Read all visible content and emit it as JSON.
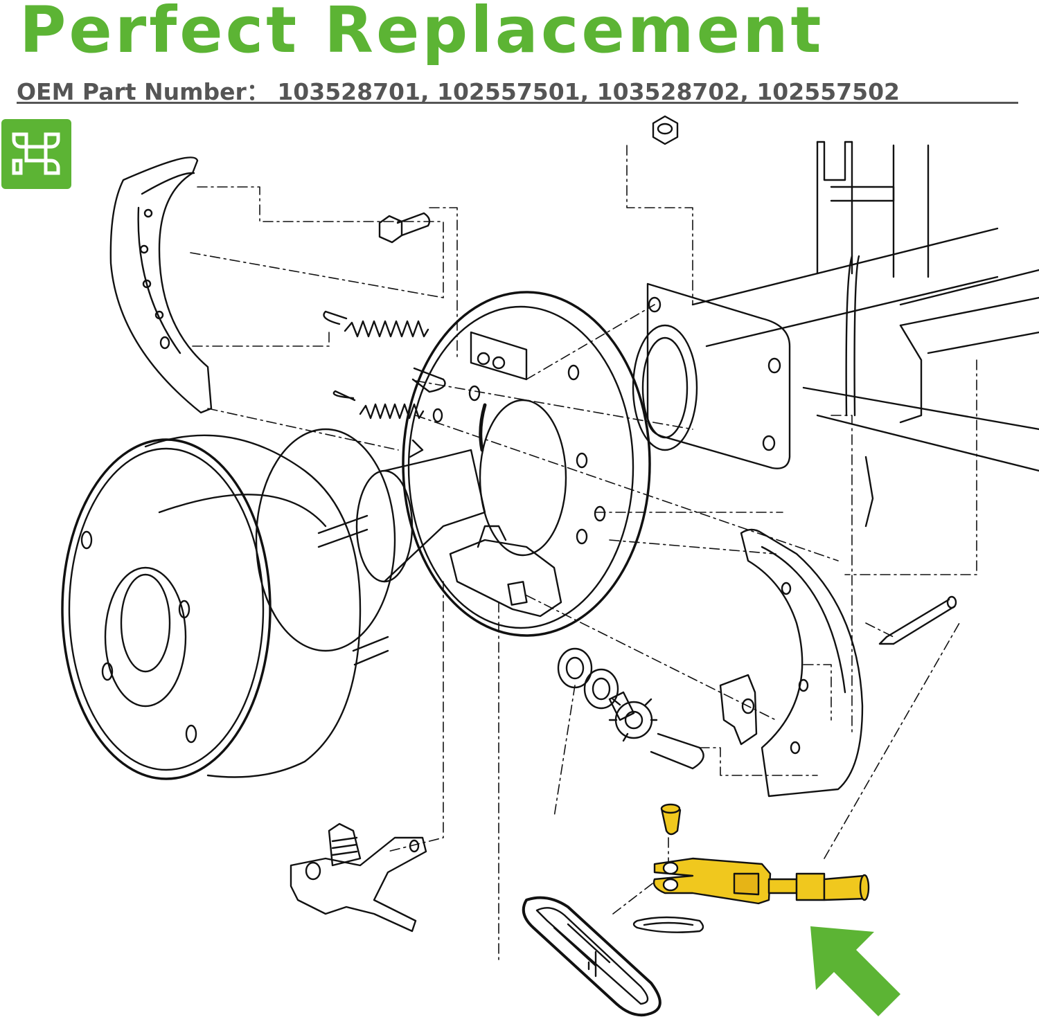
{
  "header": {
    "title": "Perfect Replacement",
    "oem_label": "OEM Part Number：",
    "oem_numbers": "103528701, 102557501, 103528702, 102557502"
  },
  "colors": {
    "brand_green": "#5cb434",
    "highlight_yellow": "#f0c81e",
    "text_gray": "#555555"
  },
  "icons": [
    "grid-logo-icon",
    "arrow-icon"
  ]
}
